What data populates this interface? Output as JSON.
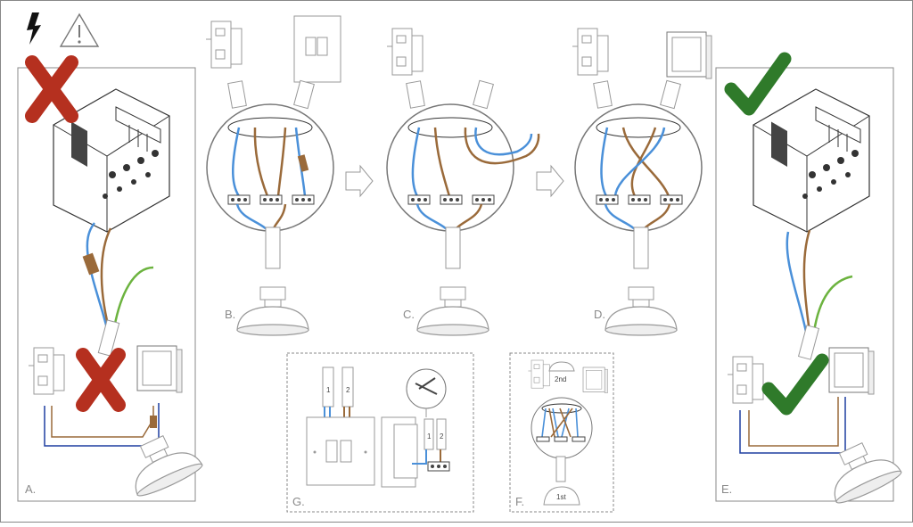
{
  "panels": {
    "a": {
      "label": "A."
    },
    "b": {
      "label": "B."
    },
    "c": {
      "label": "C."
    },
    "d": {
      "label": "D."
    },
    "e": {
      "label": "E."
    },
    "f": {
      "label": "F.",
      "top_lamp": "2nd",
      "bottom_lamp": "1st"
    },
    "g": {
      "label": "G.",
      "tag1": "1",
      "tag2": "2",
      "tag3": "1",
      "tag4": "2"
    }
  },
  "colors": {
    "brown": "#9a6a3a",
    "blue": "#4a90d9",
    "green": "#6cb33f",
    "red_cross": "#b5301f",
    "green_tick": "#2f7a2a",
    "dark_blue": "#1f3fa0"
  },
  "icons": [
    "lightning-icon",
    "warning-icon",
    "cross-icon",
    "check-icon"
  ]
}
